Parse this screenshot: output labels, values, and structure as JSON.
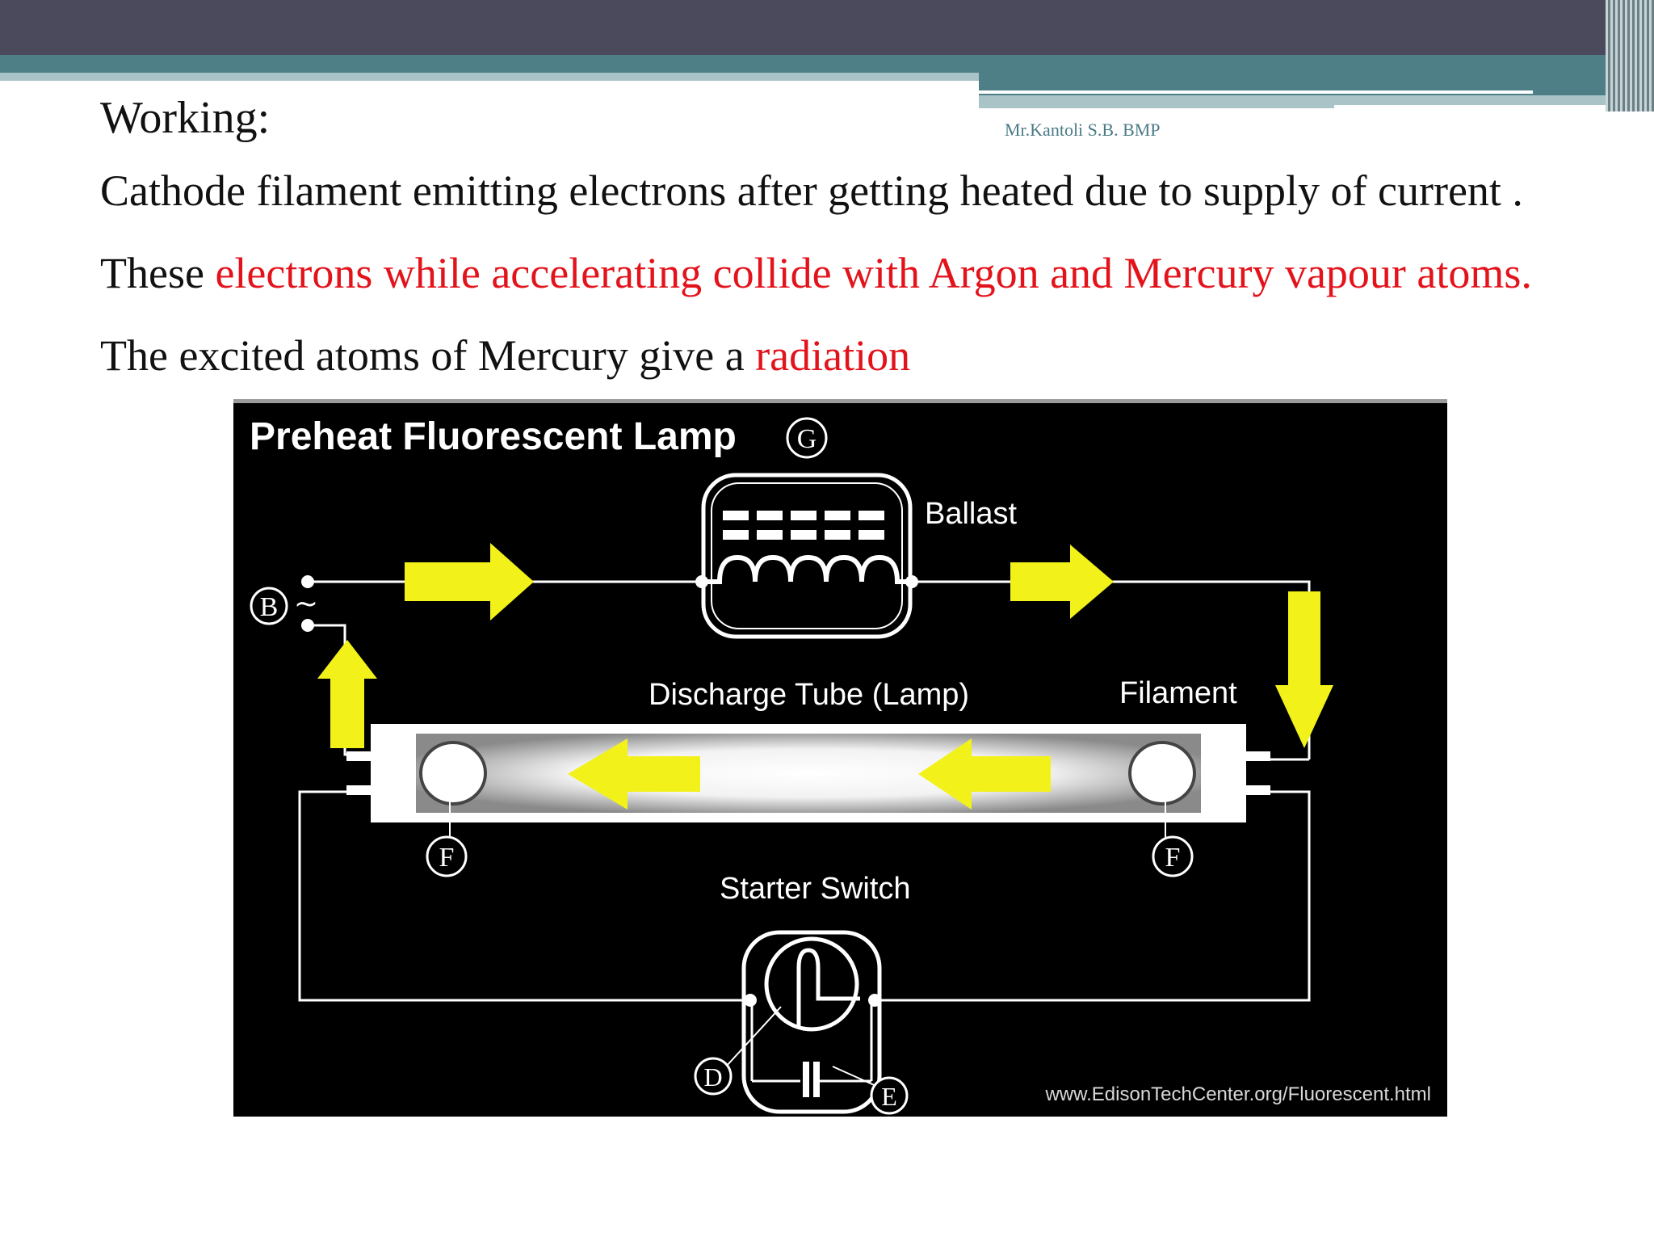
{
  "header": {
    "author": "Mr.Kantoli S.B. BMP"
  },
  "slide": {
    "title": "Working:",
    "line1": "Cathode filament emitting electrons after getting heated due to supply of current .",
    "line2_prefix": "These ",
    "line2_highlight": "electrons while accelerating collide with Argon and Mercury vapour atoms.",
    "line3_prefix": "The excited atoms of Mercury give a ",
    "line3_highlight": "radiation"
  },
  "diagram": {
    "title": "Preheat Fluorescent Lamp",
    "ballast_label": "Ballast",
    "tube_label": "Discharge Tube (Lamp)",
    "filament_label": "Filament",
    "starter_label": "Starter Switch",
    "marker_g": "G",
    "marker_b": "B",
    "marker_f_left": "F",
    "marker_f_right": "F",
    "marker_d": "D",
    "marker_e": "E",
    "source_symbol": "~",
    "credit": "www.EdisonTechCenter.org/Fluorescent.html",
    "colors": {
      "arrow": "#f2f21a",
      "background": "#000000",
      "wire": "#ffffff"
    }
  }
}
